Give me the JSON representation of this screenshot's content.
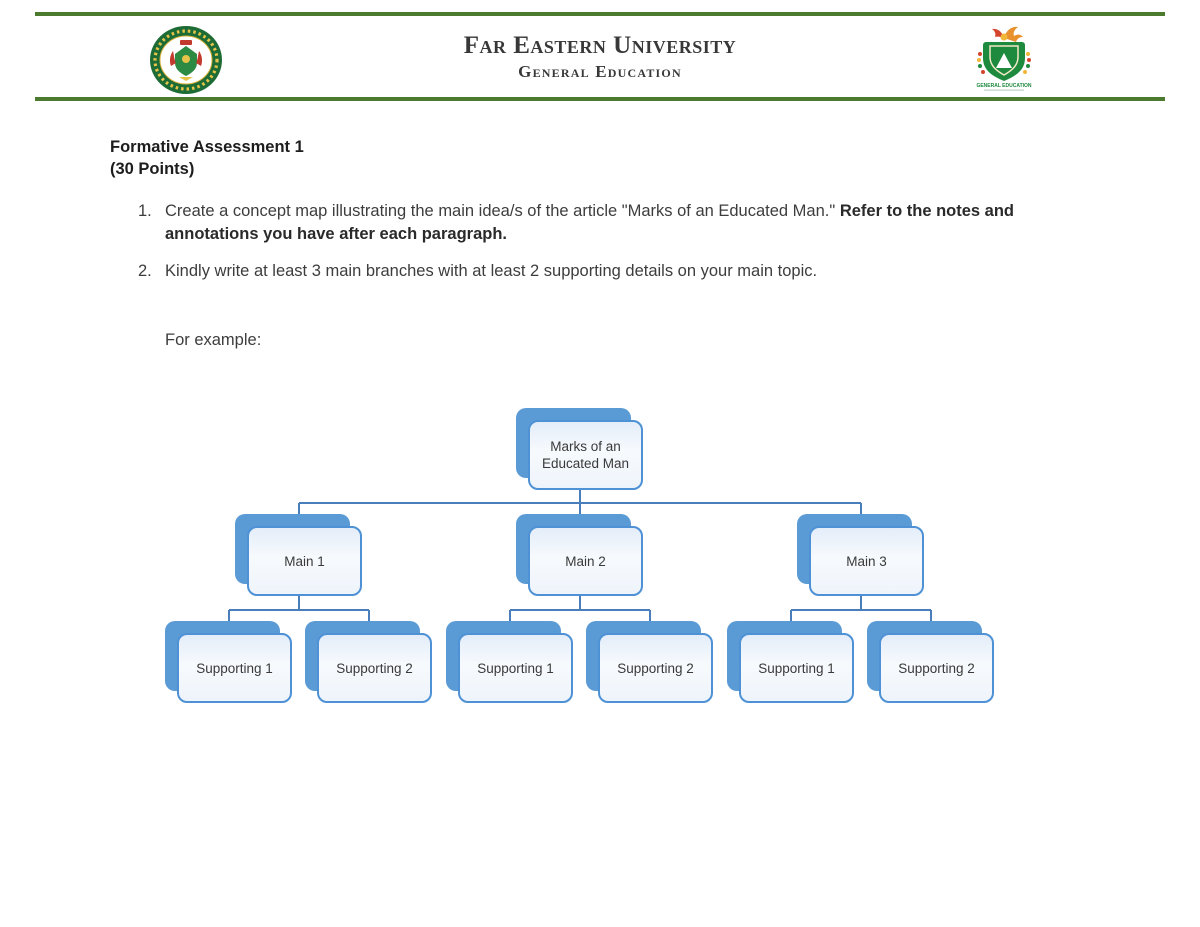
{
  "header": {
    "university_name": "Far Eastern University",
    "department_name": "General Education",
    "left_logo": "feu-university-seal",
    "right_logo": "general-education-emblem",
    "right_logo_caption": "GENERAL EDUCATION",
    "rule_color": "#4c7a2f"
  },
  "document": {
    "title_line1": "Formative Assessment 1",
    "title_line2": "(30 Points)",
    "instruction_1": {
      "number": "1.",
      "regular": "Create a concept map illustrating the main idea/s of the article \"Marks of an Educated Man.\" ",
      "bold_line1": "Refer to the notes and",
      "bold_line2": "annotations you have after each paragraph."
    },
    "instruction_2": {
      "number": "2.",
      "regular": "Kindly write at least 3 main branches with at least 2 supporting details on your main topic."
    },
    "example_label": "For example:"
  },
  "diagram": {
    "type": "hierarchy-concept-map",
    "colors": {
      "node_shadow": "#5b9bd5",
      "node_border": "#4e91d5",
      "connector": "#4a7ebb"
    },
    "root": {
      "label": "Marks of an Educated Man",
      "label_lines": [
        "Marks of an",
        "Educated Man"
      ]
    },
    "branches": [
      {
        "label": "Main 1",
        "children": [
          "Supporting 1",
          "Supporting 2"
        ]
      },
      {
        "label": "Main 2",
        "children": [
          "Supporting 1",
          "Supporting 2"
        ]
      },
      {
        "label": "Main 3",
        "children": [
          "Supporting 1",
          "Supporting 2"
        ]
      }
    ]
  }
}
